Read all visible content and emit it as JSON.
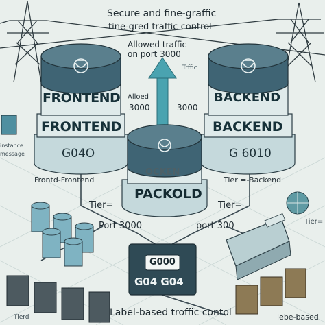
{
  "title": {
    "line1": "Secure and fine-graffic",
    "line2": "tine-gred traffic control"
  },
  "arrow_label": {
    "line1": "Allowed traffic",
    "line2": "on port 3000"
  },
  "small_labels": {
    "trffic": "Trffic",
    "allowed_left": "Alloed",
    "port_left": "3000",
    "port_right": "3000"
  },
  "frontend": {
    "band_label": "FRONTEND",
    "base_label": "FRONTEND",
    "code": "G04O"
  },
  "backend": {
    "band_label": "BACKEND",
    "base_label": "BACKEND",
    "code": "G 6010"
  },
  "center": {
    "band_label": "OCKEN",
    "base_label": "PACKOLD"
  },
  "rules": {
    "left": "Frontd-Frontend",
    "right": "Tier =-Backend",
    "tier_left": "Tier=",
    "tier_right": "Tier=",
    "port_left": "Port 3000",
    "port_right": "port 300",
    "tier_far_right": "Tier="
  },
  "side_note": {
    "line1": "instance",
    "line2": "message"
  },
  "badge": {
    "top": "G000",
    "bottom": "G04 G04"
  },
  "footer": {
    "left": "Label-based troffic contol",
    "right": "lebe-based",
    "tierd": "Tierd"
  },
  "colors": {
    "background": "#e9efec",
    "drum_dark": "#3f6474",
    "band_light": "#d7e6e6",
    "accent_teal": "#4aa3b0",
    "line": "#3b4a52"
  }
}
